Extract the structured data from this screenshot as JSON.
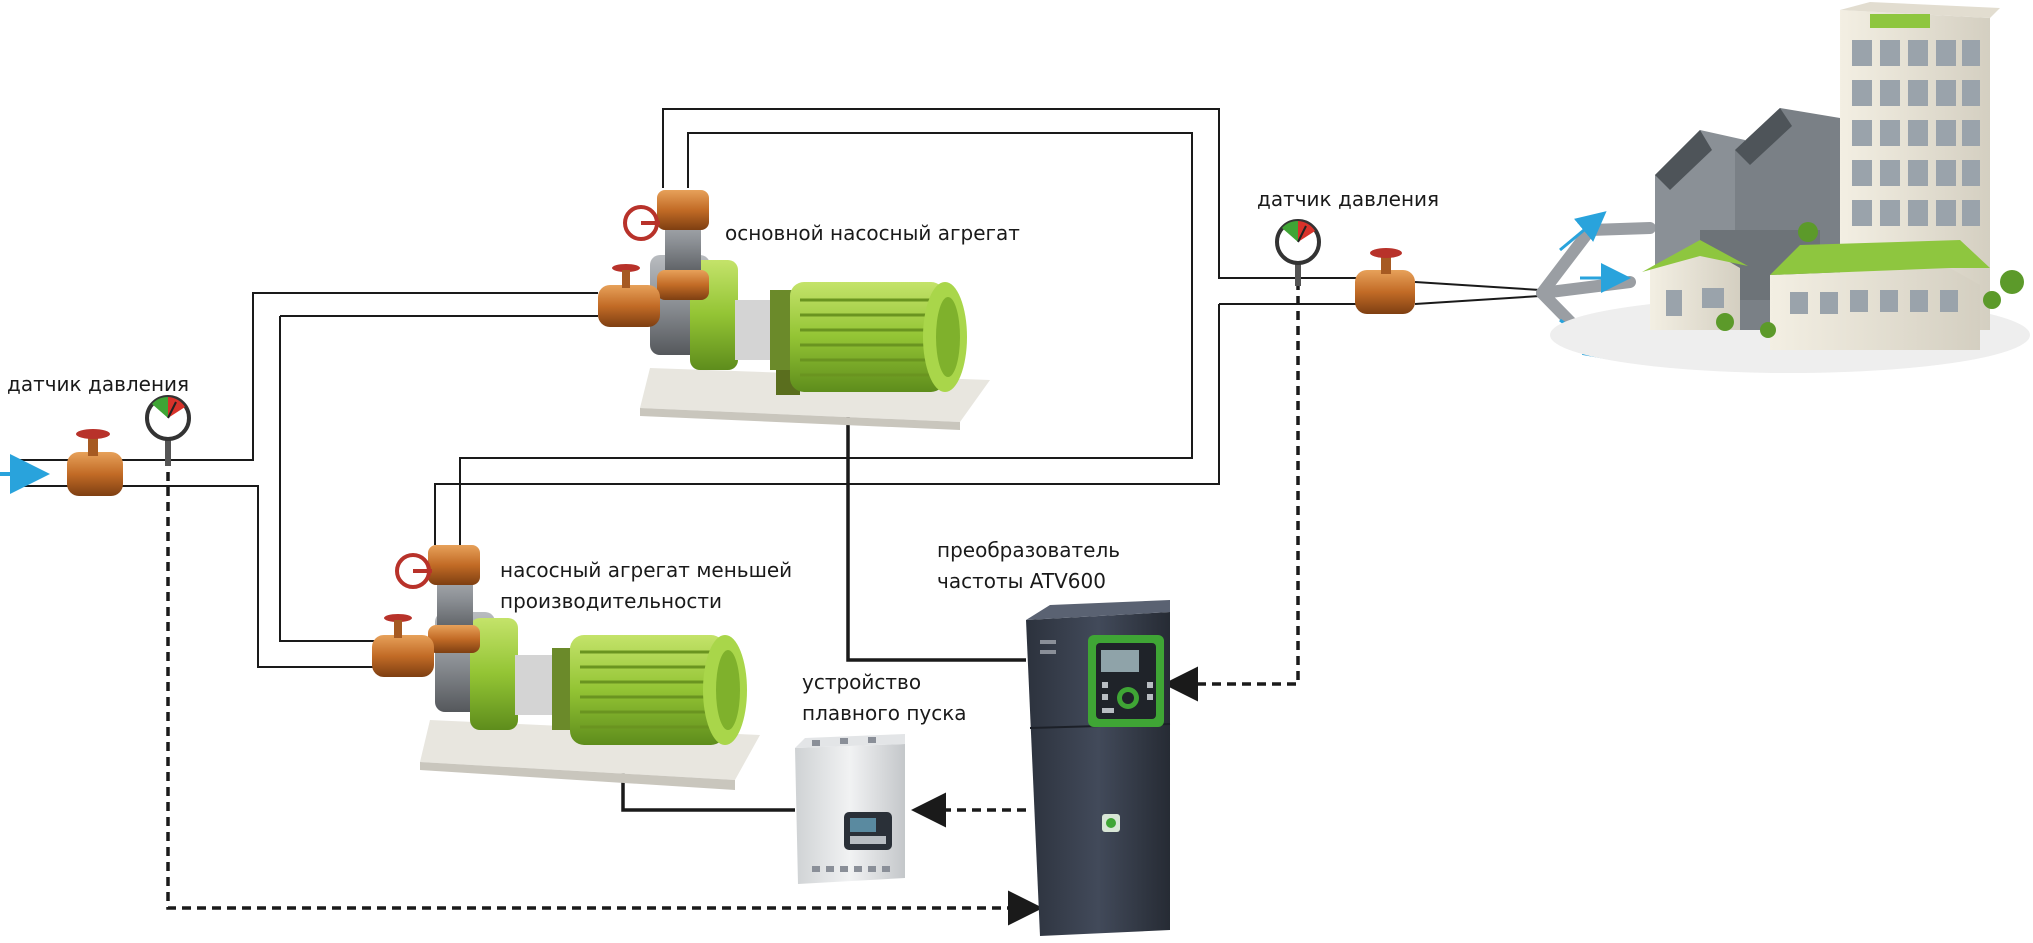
{
  "labels": {
    "inlet_sensor": "датчик давления",
    "outlet_sensor": "датчик давления",
    "main_pump": "основной насосный агрегат",
    "small_pump_line1": "насосный агрегат меньшей",
    "small_pump_line2": "производительности",
    "vfd_line1": "преобразователь",
    "vfd_line2": "частоты ATV600",
    "soft_starter_line1": "устройство",
    "soft_starter_line2": "плавного пуска"
  },
  "colors": {
    "pump_green": "#9ccc3a",
    "valve_copper": "#c8742e",
    "valve_handle": "#b8322a",
    "drive_body": "#3a4150",
    "drive_accent": "#3fa535",
    "flow_arrow": "#29a3dc",
    "pipe_line": "#1a1a1a"
  }
}
